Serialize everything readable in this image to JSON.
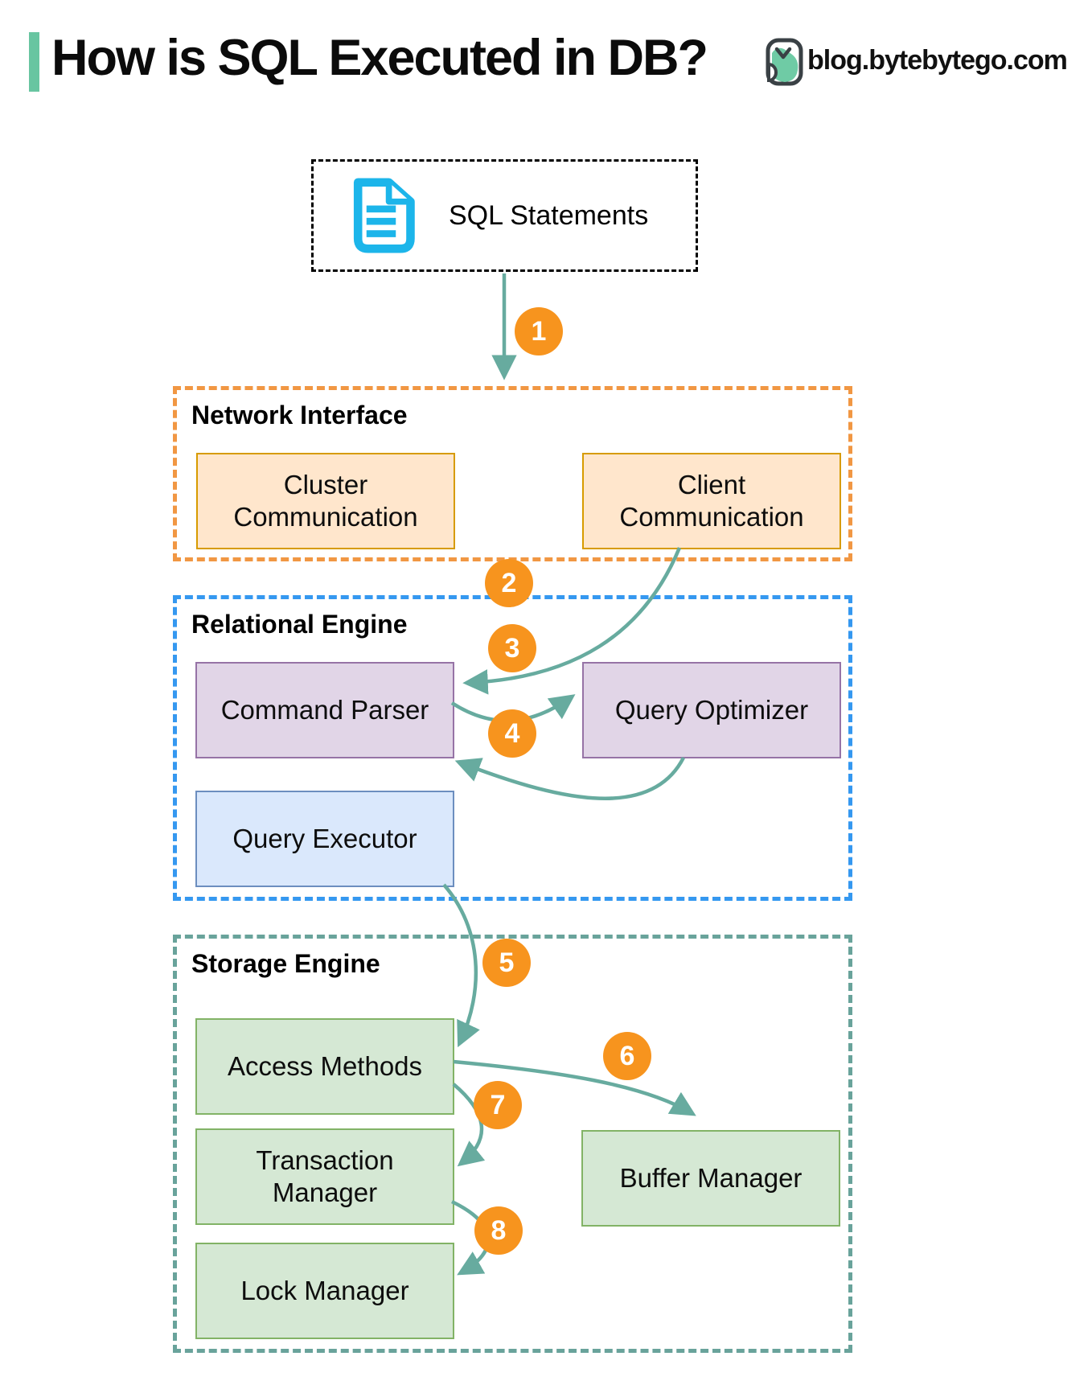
{
  "header": {
    "title": "How is SQL Executed in DB?",
    "site": "blog.bytebytego.com"
  },
  "source": {
    "label": "SQL Statements",
    "icon": "document-icon"
  },
  "sections": {
    "network": {
      "label": "Network Interface"
    },
    "relational": {
      "label": "Relational Engine"
    },
    "storage": {
      "label": "Storage Engine"
    }
  },
  "nodes": {
    "cluster_communication": "Cluster Communication",
    "client_communication": "Client Communication",
    "command_parser": "Command Parser",
    "query_optimizer": "Query Optimizer",
    "query_executor": "Query Executor",
    "access_methods": "Access Methods",
    "transaction_manager": "Transaction Manager",
    "lock_manager": "Lock Manager",
    "buffer_manager": "Buffer Manager"
  },
  "steps": [
    "1",
    "2",
    "3",
    "4",
    "5",
    "6",
    "7",
    "8"
  ],
  "colors": {
    "accent_bar": "#68C5A1",
    "arrow": "#67AB9F",
    "step_circle": "#F7941E",
    "doc_icon": "#1CB5EA",
    "logo_teal": "#6FCBA5",
    "logo_outline": "#3A4145",
    "network_border": "#F19743",
    "network_box_fill": "#FFE6CC",
    "network_box_border": "#D79B00",
    "relational_border": "#3598F0",
    "purple_fill": "#E1D5E7",
    "purple_border": "#9673A6",
    "blue_fill": "#DAE8FC",
    "blue_border": "#6C8EBF",
    "storage_border": "#69A39B",
    "green_fill": "#D5E8D4",
    "green_border": "#82B366"
  }
}
